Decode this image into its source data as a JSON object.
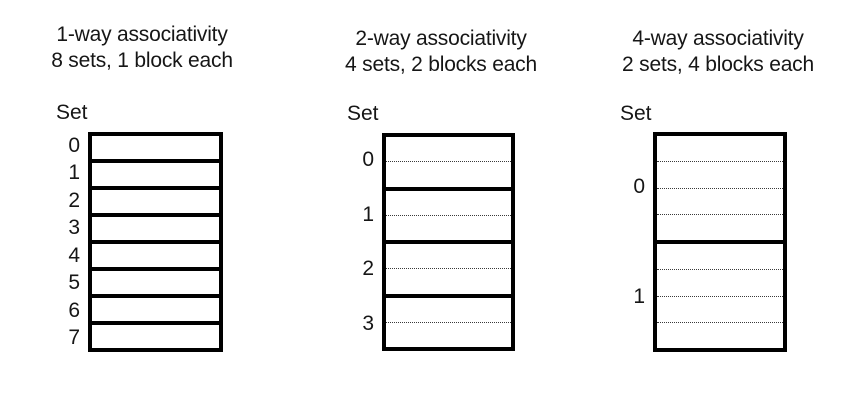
{
  "figure": {
    "background_color": "#ffffff",
    "line_color": "#000000",
    "dotted_divider_color": "#3a3a3a",
    "diagrams": [
      {
        "title_line1": "1-way associativity",
        "title_line2": "8 sets, 1 block each",
        "set_label": "Set",
        "num_sets": 8,
        "blocks_per_set": 1,
        "set_indices": [
          "0",
          "1",
          "2",
          "3",
          "4",
          "5",
          "6",
          "7"
        ]
      },
      {
        "title_line1": "2-way associativity",
        "title_line2": "4 sets, 2 blocks each",
        "set_label": "Set",
        "num_sets": 4,
        "blocks_per_set": 2,
        "set_indices": [
          "0",
          "1",
          "2",
          "3"
        ]
      },
      {
        "title_line1": "4-way associativity",
        "title_line2": "2 sets, 4 blocks each",
        "set_label": "Set",
        "num_sets": 2,
        "blocks_per_set": 4,
        "set_indices": [
          "0",
          "1"
        ]
      }
    ]
  }
}
